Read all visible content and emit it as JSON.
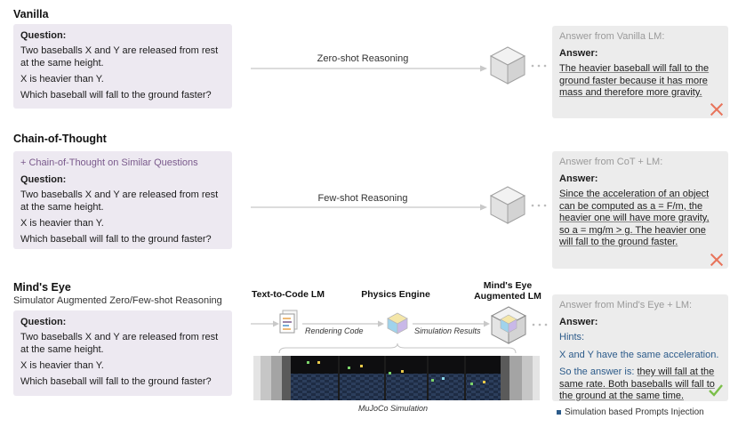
{
  "vanilla": {
    "title": "Vanilla",
    "question_header": "Question:",
    "question_lines": [
      "Two baseballs X and Y are released from rest at the same height.",
      "X is heavier than Y.",
      "Which baseball will fall to the ground faster?"
    ],
    "arrow_label": "Zero-shot Reasoning",
    "answer_source": "Answer from Vanilla LM:",
    "answer_header": "Answer:",
    "answer_text": "The heavier baseball will fall to the ground faster because it has more mass and therefore more gravity."
  },
  "cot": {
    "title": "Chain-of-Thought",
    "prefix": "+ Chain-of-Thought on Similar Questions",
    "question_header": "Question:",
    "question_lines": [
      "Two baseballs X and Y are released from rest at the same height.",
      "X is heavier than Y.",
      "Which baseball will fall to the ground faster?"
    ],
    "arrow_label": "Few-shot Reasoning",
    "answer_source": "Answer from CoT + LM:",
    "answer_header": "Answer:",
    "answer_text": "Since the acceleration of an object can be computed as a = F/m, the heavier one will have more gravity, so a = mg/m > g. The heavier one will fall to the ground faster."
  },
  "minds_eye": {
    "title": "Mind's Eye",
    "subtitle": "Simulator Augmented Zero/Few-shot Reasoning",
    "question_header": "Question:",
    "question_lines": [
      "Two baseballs X and Y are released from rest at the same height.",
      "X is heavier than Y.",
      "Which baseball will fall to the ground faster?"
    ],
    "text_to_code_label": "Text-to-Code LM",
    "physics_engine_label": "Physics Engine",
    "augmented_lm_label": "Mind's Eye Augmented LM",
    "rendering_code_label": "Rendering Code",
    "simulation_results_label": "Simulation Results",
    "simulation_caption": "MuJoCo Simulation",
    "answer_source": "Answer from Mind's Eye + LM:",
    "answer_header": "Answer:",
    "hints_label": "Hints:",
    "hint_text": "X and Y have the same acceleration.",
    "answer_prefix": "So the answer is:",
    "answer_text": "they will fall at the same rate. Both baseballs will fall to the ground at the same time.",
    "legend": "Simulation based Prompts Injection"
  },
  "colors": {
    "question_bg": "#ede9f1",
    "answer_bg": "#ececec",
    "cot_purple": "#7a5a8c",
    "hint_blue": "#2c5b8a",
    "wrong_red": "#e8735a",
    "correct_green": "#7bbf4a"
  },
  "icons": {
    "wrong": "x-mark-icon",
    "correct": "check-mark-icon",
    "lm": "cube-icon"
  }
}
